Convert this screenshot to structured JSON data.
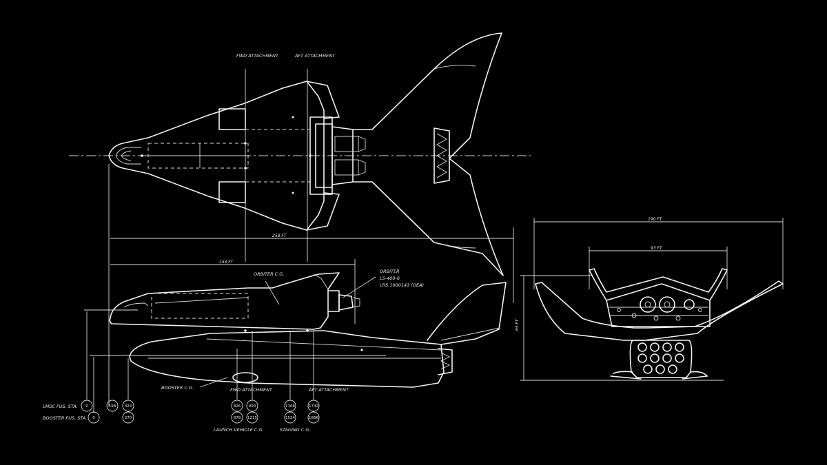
{
  "labels": {
    "fwd_attachment": "FWD ATTACHMENT",
    "aft_attachment": "AFT ATTACHMENT",
    "orbiter_cg": "ORBITER C.G.",
    "orbiter_id_1": "ORBITER",
    "orbiter_id_2": "LS-400-6",
    "orbiter_id_3": "LRS 1000141 (OEA)",
    "booster_cg": "BOOSTER C.G.",
    "fwd_attachment_low": "FWD ATTACHMENT",
    "aft_attachment_low": "AFT ATTACHMENT",
    "launch_vehicle_cg": "LAUNCH VEHICLE C.G.",
    "staging_cg": "STAGING C.G.",
    "lmsc_stations": "LMSC FUS. STA.",
    "booster_stations": "BOOSTER FUS. STA."
  },
  "dimensions": {
    "overall_length": "258 FT",
    "orbiter_length": "153 FT",
    "span": "190 FT",
    "orbiter_span": "93 FT",
    "height": "65 FT"
  },
  "stations": {
    "lmsc": [
      "0",
      "198",
      "324",
      "826",
      "900",
      "1168",
      "1742"
    ],
    "booster": [
      "0",
      "270",
      "878",
      "1215",
      "1524",
      "1886"
    ]
  },
  "colors": {
    "background": "#000000",
    "line": "#f2f2f2"
  }
}
